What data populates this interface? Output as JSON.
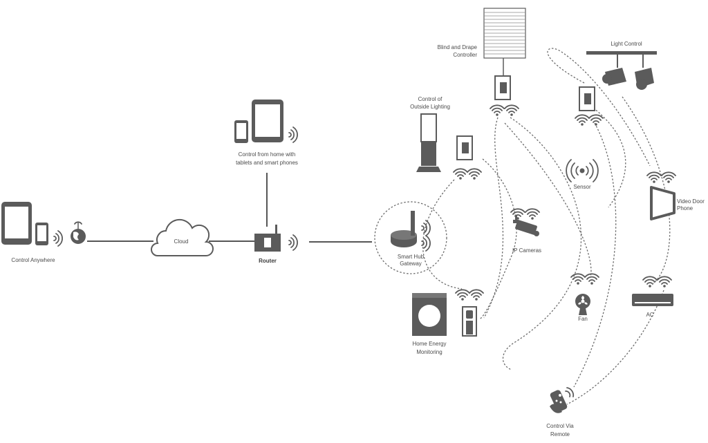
{
  "labels": {
    "control_anywhere": "Control Anywhere",
    "cloud": "Cloud",
    "control_home_line1": "Control from home with",
    "control_home_line2": "tablets and smart phones",
    "router": "Router",
    "smart_hub_line1": "Smart Hub",
    "smart_hub_line2": "Gateway",
    "outside_lighting_line1": "Control of",
    "outside_lighting_line2": "Outside Lighting",
    "blind_line1": "Blind and Drape",
    "blind_line2": "Controller",
    "light_control": "Light Control",
    "sensor": "Sensor",
    "ip_cameras": "IP Cameras",
    "video_door_line1": "Video Door",
    "video_door_line2": "Phone",
    "fan": "Fan",
    "ac": "AC",
    "energy_line1": "Home Energy",
    "energy_line2": "Monitoring",
    "remote_line1": "Control Via",
    "remote_line2": "Remote"
  },
  "colors": {
    "device": "#5b5b5b",
    "line": "#555555",
    "text": "#4a4a4a",
    "background": "#ffffff"
  },
  "icons": [
    "tablet-icon",
    "phone-icon",
    "globe-icon",
    "cloud-icon",
    "router-icon",
    "hub-icon",
    "lamp-post-icon",
    "wall-switch-icon",
    "blind-icon",
    "spotlight-icon",
    "sensor-icon",
    "camera-icon",
    "door-phone-icon",
    "fan-icon",
    "ac-icon",
    "washer-icon",
    "smart-plug-icon",
    "remote-icon",
    "wifi-icon"
  ]
}
